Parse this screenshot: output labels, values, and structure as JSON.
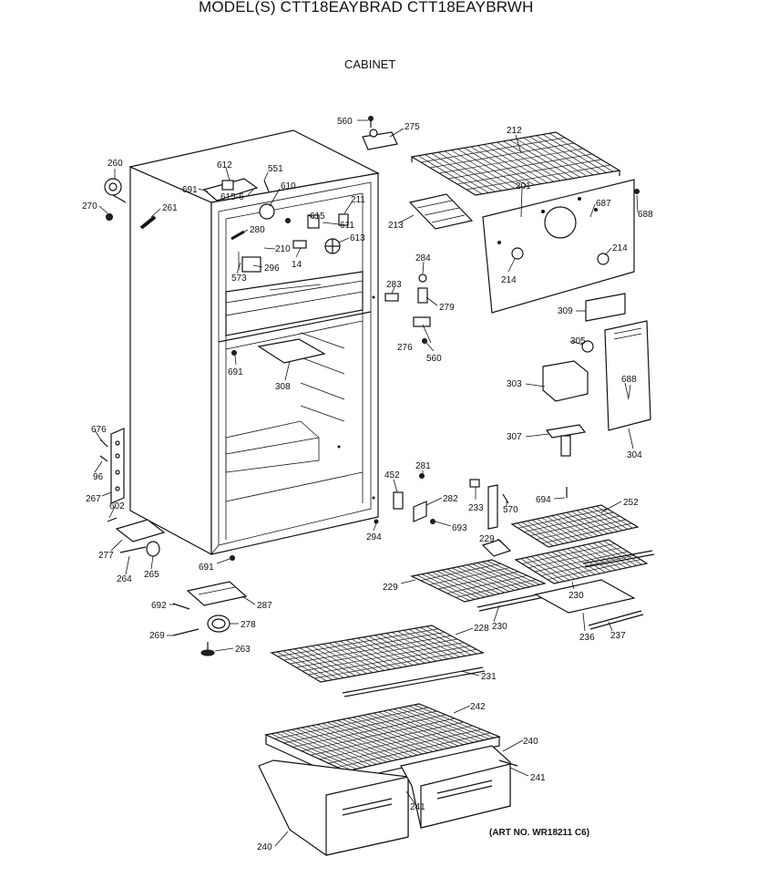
{
  "header": {
    "title": "MODEL(S) CTT18EAYBRAD  CTT18EAYBRWH",
    "section": "CABINET"
  },
  "footer": {
    "art_no": "(ART NO. WR18211 C6)"
  },
  "parts": [
    {
      "id": "560a",
      "label": "560"
    },
    {
      "id": "275",
      "label": "275"
    },
    {
      "id": "212",
      "label": "212"
    },
    {
      "id": "260",
      "label": "260"
    },
    {
      "id": "612",
      "label": "612"
    },
    {
      "id": "551",
      "label": "551"
    },
    {
      "id": "691a",
      "label": "691"
    },
    {
      "id": "615-6",
      "label": "615-6"
    },
    {
      "id": "610",
      "label": "610"
    },
    {
      "id": "270",
      "label": "270"
    },
    {
      "id": "261",
      "label": "261"
    },
    {
      "id": "211",
      "label": "211"
    },
    {
      "id": "615",
      "label": "615"
    },
    {
      "id": "611",
      "label": "611"
    },
    {
      "id": "280",
      "label": "280"
    },
    {
      "id": "613",
      "label": "613"
    },
    {
      "id": "210",
      "label": "210"
    },
    {
      "id": "14",
      "label": "14"
    },
    {
      "id": "296",
      "label": "296"
    },
    {
      "id": "573",
      "label": "573"
    },
    {
      "id": "213",
      "label": "213"
    },
    {
      "id": "201",
      "label": "201"
    },
    {
      "id": "687",
      "label": "687"
    },
    {
      "id": "688a",
      "label": "688"
    },
    {
      "id": "214a",
      "label": "214"
    },
    {
      "id": "214b",
      "label": "214"
    },
    {
      "id": "284",
      "label": "284"
    },
    {
      "id": "283",
      "label": "283"
    },
    {
      "id": "279",
      "label": "279"
    },
    {
      "id": "309",
      "label": "309"
    },
    {
      "id": "276",
      "label": "276"
    },
    {
      "id": "560b",
      "label": "560"
    },
    {
      "id": "305",
      "label": "305"
    },
    {
      "id": "691b",
      "label": "691"
    },
    {
      "id": "308",
      "label": "308"
    },
    {
      "id": "303",
      "label": "303"
    },
    {
      "id": "688b",
      "label": "688"
    },
    {
      "id": "307",
      "label": "307"
    },
    {
      "id": "304",
      "label": "304"
    },
    {
      "id": "676",
      "label": "676"
    },
    {
      "id": "96",
      "label": "96"
    },
    {
      "id": "452",
      "label": "452"
    },
    {
      "id": "281",
      "label": "281"
    },
    {
      "id": "267",
      "label": "267"
    },
    {
      "id": "282",
      "label": "282"
    },
    {
      "id": "233",
      "label": "233"
    },
    {
      "id": "570",
      "label": "570"
    },
    {
      "id": "694",
      "label": "694"
    },
    {
      "id": "252",
      "label": "252"
    },
    {
      "id": "602",
      "label": "602"
    },
    {
      "id": "693",
      "label": "693"
    },
    {
      "id": "294",
      "label": "294"
    },
    {
      "id": "229a",
      "label": "229"
    },
    {
      "id": "277",
      "label": "277"
    },
    {
      "id": "264",
      "label": "264"
    },
    {
      "id": "265",
      "label": "265"
    },
    {
      "id": "691c",
      "label": "691"
    },
    {
      "id": "229b",
      "label": "229"
    },
    {
      "id": "230a",
      "label": "230"
    },
    {
      "id": "692",
      "label": "692"
    },
    {
      "id": "287",
      "label": "287"
    },
    {
      "id": "230b",
      "label": "230"
    },
    {
      "id": "236",
      "label": "236"
    },
    {
      "id": "237",
      "label": "237"
    },
    {
      "id": "269",
      "label": "269"
    },
    {
      "id": "278",
      "label": "278"
    },
    {
      "id": "228",
      "label": "228"
    },
    {
      "id": "263",
      "label": "263"
    },
    {
      "id": "231",
      "label": "231"
    },
    {
      "id": "242",
      "label": "242"
    },
    {
      "id": "240a",
      "label": "240"
    },
    {
      "id": "241a",
      "label": "241"
    },
    {
      "id": "241b",
      "label": "241"
    },
    {
      "id": "240b",
      "label": "240"
    }
  ]
}
